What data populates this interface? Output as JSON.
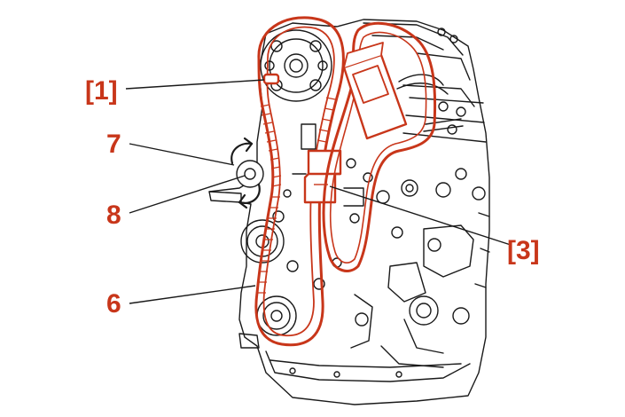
{
  "colors": {
    "accent": "#c8361a",
    "line_art": "#1a1a1a",
    "background": "#ffffff"
  },
  "callouts": {
    "c1": "[1]",
    "c7": "7",
    "c8": "8",
    "c6": "6",
    "c3": "[3]"
  },
  "icons": {
    "rotation": "rotation-arrow-icon"
  }
}
